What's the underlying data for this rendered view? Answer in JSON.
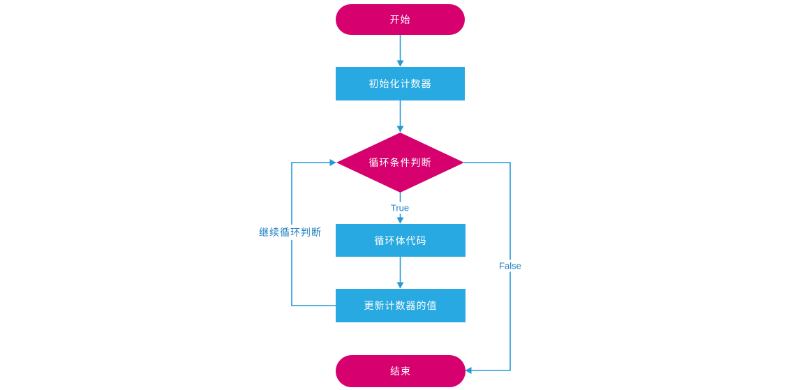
{
  "diagram": {
    "title": "loop-flowchart",
    "nodes": {
      "start": {
        "label": "开始",
        "shape": "terminator"
      },
      "init": {
        "label": "初始化计数器",
        "shape": "process"
      },
      "condition": {
        "label": "循环条件判断",
        "shape": "decision"
      },
      "body": {
        "label": "循环体代码",
        "shape": "process"
      },
      "update": {
        "label": "更新计数器的值",
        "shape": "process"
      },
      "end": {
        "label": "结束",
        "shape": "terminator"
      }
    },
    "edges": [
      {
        "from": "start",
        "to": "init",
        "label": ""
      },
      {
        "from": "init",
        "to": "condition",
        "label": ""
      },
      {
        "from": "condition",
        "to": "body",
        "label": "True"
      },
      {
        "from": "body",
        "to": "update",
        "label": ""
      },
      {
        "from": "update",
        "to": "condition",
        "label": "继续循环判断"
      },
      {
        "from": "condition",
        "to": "end",
        "label": "False"
      }
    ],
    "edge_labels": {
      "true_branch": "True",
      "false_branch": "False",
      "loop_back": "继续循环判断"
    },
    "colors": {
      "terminal": "#d6006f",
      "process": "#29a9e1",
      "connector": "#2499d6",
      "edge_label": "#1d7fc1",
      "node_text": "#ffffff"
    }
  }
}
